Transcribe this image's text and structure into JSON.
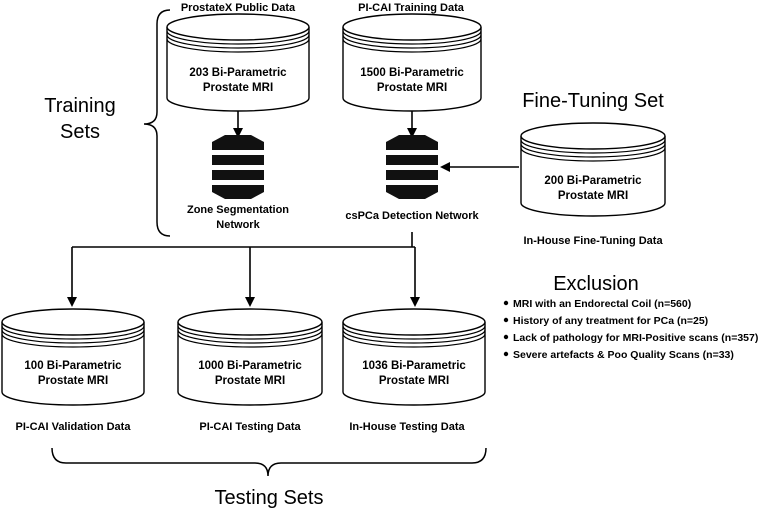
{
  "training": {
    "title_line1": "Training",
    "title_line2": "Sets",
    "prostatex": {
      "source_label": "ProstateX Public Data",
      "line1": "203 Bi-Parametric",
      "line2": "Prostate MRI"
    },
    "picai_train": {
      "source_label": "PI-CAI Training Data",
      "line1": "1500 Bi-Parametric",
      "line2": "Prostate MRI"
    },
    "zone_network": {
      "line1": "Zone Segmentation",
      "line2": "Network"
    },
    "detection_network": {
      "line1": "csPCa Detection Network"
    }
  },
  "fine_tuning": {
    "title": "Fine-Tuning Set",
    "line1": "200 Bi-Parametric",
    "line2": "Prostate MRI",
    "source_label": "In-House Fine-Tuning Data"
  },
  "exclusion": {
    "title": "Exclusion",
    "items": [
      "MRI with an Endorectal Coil (n=560)",
      "History of any treatment for PCa (n=25)",
      "Lack of pathology for MRI-Positive scans (n=357)",
      "Severe artefacts & Poo Quality Scans (n=33)"
    ]
  },
  "testing": {
    "title": "Testing Sets",
    "sets": [
      {
        "line1": "100 Bi-Parametric",
        "line2": "Prostate MRI",
        "source_label": "PI-CAI Validation Data"
      },
      {
        "line1": "1000 Bi-Parametric",
        "line2": "Prostate MRI",
        "source_label": "PI-CAI Testing Data"
      },
      {
        "line1": "1036 Bi-Parametric",
        "line2": "Prostate MRI",
        "source_label": "In-House Testing Data"
      }
    ]
  }
}
